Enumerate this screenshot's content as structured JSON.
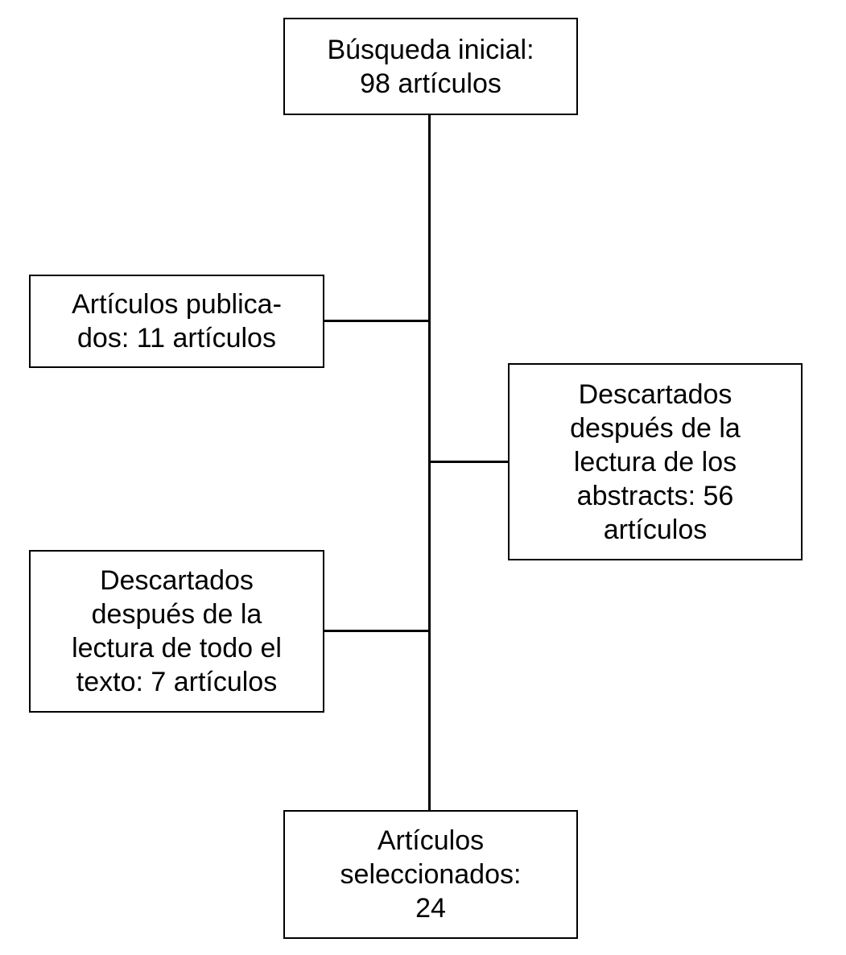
{
  "colors": {
    "bg": "#ffffff",
    "line": "#000000",
    "text": "#000000"
  },
  "diagram_type": "flowchart",
  "boxes": {
    "initial": {
      "lines": [
        "Búsqueda inicial:",
        "98 artículos"
      ]
    },
    "published": {
      "lines": [
        "Artículos publica-",
        "dos: 11 artículos"
      ]
    },
    "discarded_abstracts": {
      "lines": [
        "Descartados",
        "después de la",
        "lectura de los",
        "abstracts: 56",
        "artículos"
      ]
    },
    "discarded_fulltext": {
      "lines": [
        "Descartados",
        "después de la",
        "lectura de todo el",
        "texto: 7 artículos"
      ]
    },
    "selected": {
      "lines": [
        "Artículos",
        "seleccionados:",
        "24"
      ]
    }
  }
}
